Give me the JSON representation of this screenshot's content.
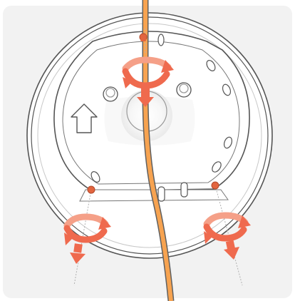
{
  "diagram": {
    "kind": "ceiling-mount-removal-illustration",
    "colors": {
      "panel_background": "#f2f2f2",
      "line_art": "#555555",
      "plate_fill": "#ffffff",
      "cable_orange": "#f7a350",
      "cable_core": "#606060",
      "screw_orange": "#e2653f",
      "rotation_arrow": "#ef6a4e",
      "rotation_arrow_light": "#f5a088",
      "guide_line": "#b0b0b0"
    },
    "screws": [
      {
        "name": "top-screw",
        "action": "unscrew-counterclockwise"
      },
      {
        "name": "left-screw",
        "action": "unscrew-counterclockwise"
      },
      {
        "name": "right-screw",
        "action": "unscrew-counterclockwise"
      }
    ],
    "icons": [
      "up-arrow-direction-icon",
      "rotation-arrow-icon",
      "down-arrow-icon"
    ]
  }
}
